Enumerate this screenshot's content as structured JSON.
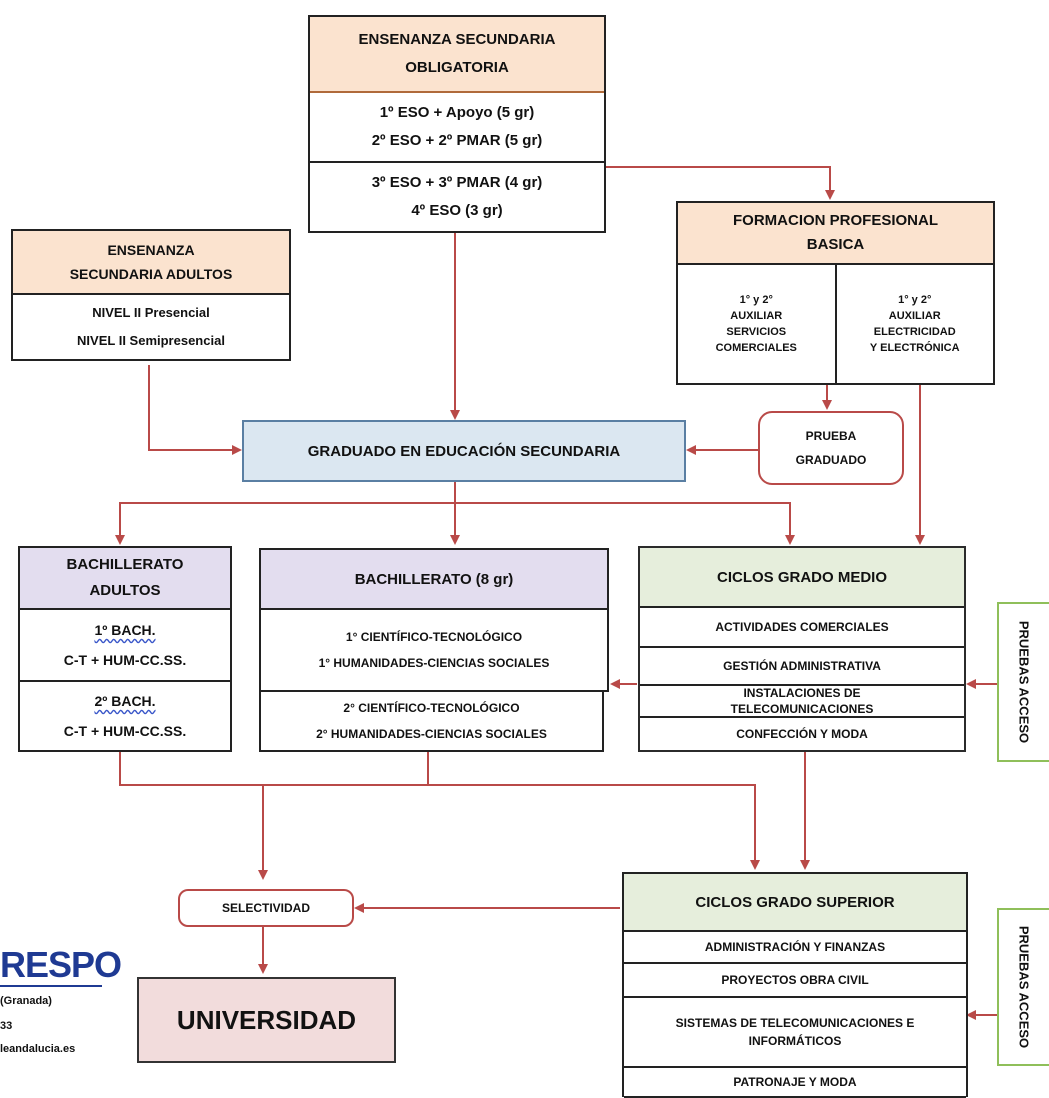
{
  "eso": {
    "title_line1": "ENSENANZA SECUNDARIA",
    "title_line2": "OBLIGATORIA",
    "rows": [
      [
        "1º ESO + Apoyo (5 gr)",
        "2º ESO + 2º PMAR (5 gr)"
      ],
      [
        "3º ESO + 3º PMAR (4 gr)",
        "4º ESO (3 gr)"
      ]
    ]
  },
  "adultos": {
    "title_line1": "ENSENANZA",
    "title_line2": "SECUNDARIA ADULTOS",
    "rows": [
      "NIVEL II Presencial",
      "NIVEL II Semipresencial"
    ]
  },
  "fpb": {
    "title_line1": "FORMACION PROFESIONAL",
    "title_line2": "BASICA",
    "left": [
      "1° y 2°",
      "AUXILIAR",
      "SERVICIOS",
      "COMERCIALES"
    ],
    "right": [
      "1° y 2°",
      "AUXILIAR",
      "ELECTRICIDAD",
      "Y ELECTRÓNICA"
    ]
  },
  "graduado": {
    "label": "GRADUADO EN EDUCACIÓN SECUNDARIA"
  },
  "prueba_graduado": {
    "line1": "PRUEBA",
    "line2": "GRADUADO"
  },
  "bach_adultos": {
    "title_line1": "BACHILLERATO",
    "title_line2": "ADULTOS",
    "rows": [
      {
        "head": "1º BACH.",
        "sub": "C-T + HUM-CC.SS."
      },
      {
        "head": "2º BACH.",
        "sub": "C-T + HUM-CC.SS."
      }
    ]
  },
  "bachillerato": {
    "title": "BACHILLERATO (8 gr)",
    "rows": [
      [
        "1° CIENTÍFICO-TECNOLÓGICO",
        "1° HUMANIDADES-CIENCIAS SOCIALES"
      ],
      [
        "2° CIENTÍFICO-TECNOLÓGICO",
        "2° HUMANIDADES-CIENCIAS SOCIALES"
      ]
    ]
  },
  "cgm": {
    "title": "CICLOS GRADO MEDIO",
    "rows": [
      "ACTIVIDADES COMERCIALES",
      "GESTIÓN ADMINISTRATIVA",
      "INSTALACIONES DE TELECOMUNICACIONES",
      "CONFECCIÓN Y MODA"
    ]
  },
  "cgs": {
    "title": "CICLOS GRADO SUPERIOR",
    "rows": [
      "ADMINISTRACIÓN Y FINANZAS",
      "PROYECTOS OBRA CIVIL",
      "SISTEMAS DE TELECOMUNICACIONES E INFORMÁTICOS",
      "PATRONAJE Y MODA"
    ]
  },
  "pruebas_acceso": "PRUEBAS ACCESO",
  "selectividad": "SELECTIVIDAD",
  "universidad": "UNIVERSIDAD",
  "logo": {
    "name": "RESPO",
    "line1": "(Granada)",
    "line2": "33",
    "line3": "leandalucia.es"
  },
  "colors": {
    "arrow": "#b94a48",
    "peach": "#fbe3cf",
    "violet": "#e3ddef",
    "green": "#e6eedc",
    "blue": "#dbe7f1",
    "pink": "#f2dcdc",
    "logo": "#1f3a93"
  }
}
